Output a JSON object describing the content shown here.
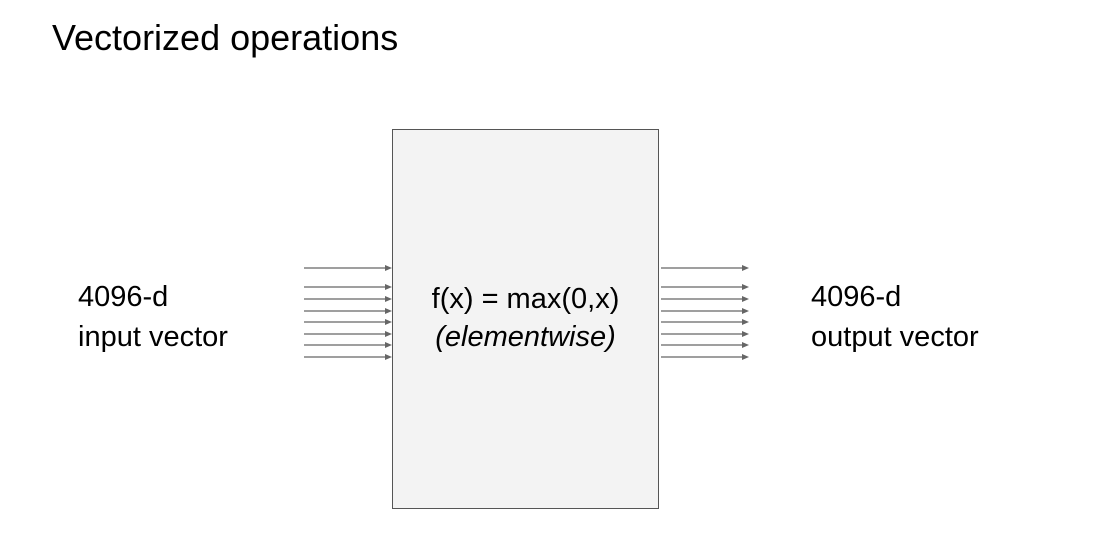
{
  "title": "Vectorized operations",
  "input": {
    "line1": "4096-d",
    "line2": "input vector"
  },
  "operation": {
    "formula": "f(x) = max(0,x)",
    "note": "(elementwise)"
  },
  "output": {
    "line1": "4096-d",
    "line2": "output vector"
  },
  "colors": {
    "box_fill": "#f3f3f3",
    "box_border": "#555555",
    "arrow": "#666666"
  }
}
